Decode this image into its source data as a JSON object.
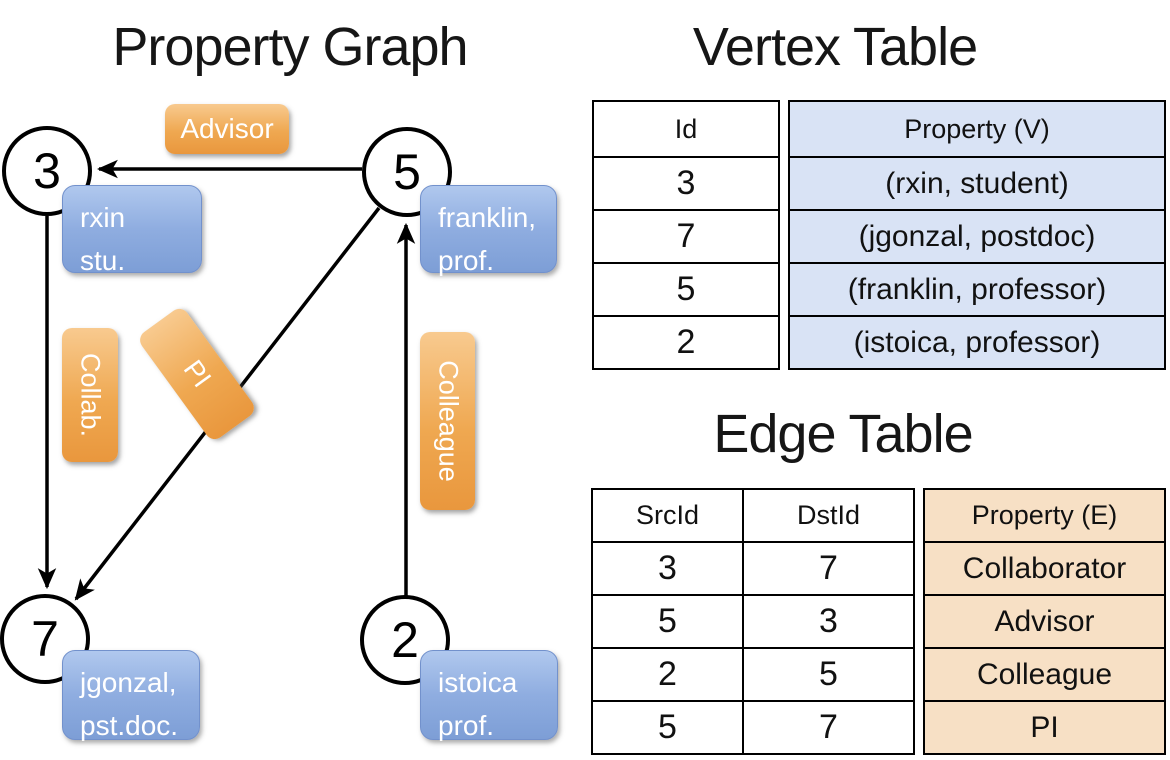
{
  "graph": {
    "title": "Property Graph",
    "nodes": [
      {
        "id": "3"
      },
      {
        "id": "5"
      },
      {
        "id": "7"
      },
      {
        "id": "2"
      }
    ],
    "vertex_labels": [
      {
        "line1": "rxin",
        "line2": "stu."
      },
      {
        "line1": "franklin,",
        "line2": "prof."
      },
      {
        "line1": "jgonzal,",
        "line2": "pst.doc."
      },
      {
        "line1": "istoica",
        "line2": "prof."
      }
    ],
    "edge_labels": {
      "advisor": "Advisor",
      "collab": "Collab.",
      "pi": "PI",
      "colleague": "Colleague"
    },
    "edges": [
      {
        "from": "5",
        "to": "3",
        "label": "Advisor"
      },
      {
        "from": "3",
        "to": "7",
        "label": "Collab."
      },
      {
        "from": "5",
        "to": "7",
        "label": "PI"
      },
      {
        "from": "2",
        "to": "5",
        "label": "Colleague"
      }
    ]
  },
  "vertex_table": {
    "title": "Vertex Table",
    "id_header": "Id",
    "property_header": "Property (V)",
    "rows": [
      {
        "id": "3",
        "property": "(rxin, student)"
      },
      {
        "id": "7",
        "property": "(jgonzal, postdoc)"
      },
      {
        "id": "5",
        "property": "(franklin, professor)"
      },
      {
        "id": "2",
        "property": "(istoica, professor)"
      }
    ]
  },
  "edge_table": {
    "title": "Edge Table",
    "src_header": "SrcId",
    "dst_header": "DstId",
    "property_header": "Property (E)",
    "rows": [
      {
        "src": "3",
        "dst": "7",
        "property": "Collaborator"
      },
      {
        "src": "5",
        "dst": "3",
        "property": "Advisor"
      },
      {
        "src": "2",
        "dst": "5",
        "property": "Colleague"
      },
      {
        "src": "5",
        "dst": "7",
        "property": "PI"
      }
    ]
  },
  "colors": {
    "edge_label_orange": "#efa851",
    "vertex_label_blue": "#8fade0",
    "vertex_table_fill": "#d9e3f5",
    "edge_table_fill": "#f7e0c5",
    "line_black": "#000000"
  }
}
